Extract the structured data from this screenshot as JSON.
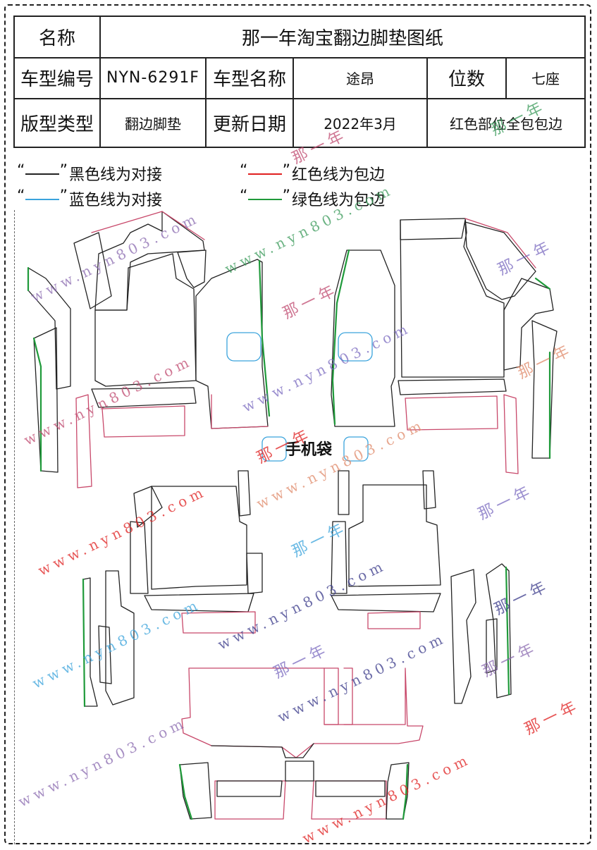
{
  "header": {
    "name_label": "名称",
    "name_value": "那一年淘宝翻边脚垫图纸",
    "model_no_label": "车型编号",
    "model_no_value": "NYN-6291F",
    "model_name_label": "车型名称",
    "model_name_value": "途昂",
    "seats_label": "位数",
    "seats_value": "七座",
    "pattern_label": "版型类型",
    "pattern_value": "翻边脚垫",
    "update_label": "更新日期",
    "update_value": "2022年3月",
    "note_value": "红色部位全包包边"
  },
  "legend": {
    "black": "黑色线为对接",
    "blue": "蓝色线为对接",
    "red": "红色线为包边",
    "green": "绿色线为包边"
  },
  "colors": {
    "black": "#222222",
    "blue": "#3aa3dc",
    "red": "#e02020",
    "green": "#1f9a3a",
    "pink_outline": "#c8486a"
  },
  "labels": {
    "phone_pocket": "手机袋"
  },
  "watermarks": {
    "url": "www.nyn803.com",
    "brand": "那一年"
  }
}
